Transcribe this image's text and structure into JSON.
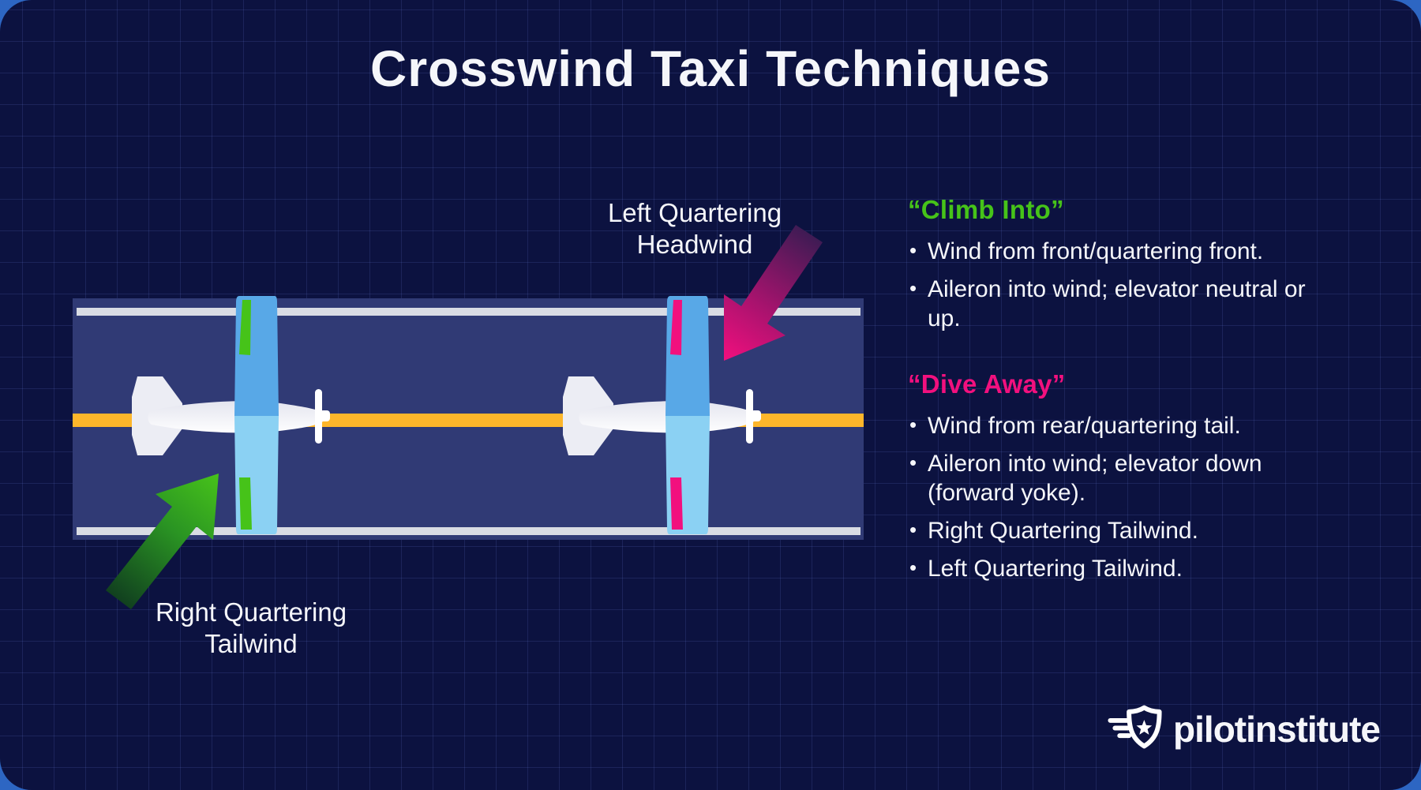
{
  "title": "Crosswind Taxi Techniques",
  "diagram": {
    "labels": {
      "headwind": "Left Quartering\nHeadwind",
      "tailwind": "Right Quartering\nTailwind"
    },
    "elements": {
      "taxiway": "taxiway top view with centerline",
      "airplane_left": "airplane top view with green aileron deflection (climb into)",
      "airplane_right": "airplane top view with pink aileron deflection (dive away)",
      "green_arrow": "right quartering tailwind direction arrow",
      "pink_arrow": "left quartering headwind direction arrow"
    }
  },
  "sections": {
    "climb": {
      "heading": "“Climb Into”",
      "bullets": [
        "Wind from front/quartering front.",
        "Aileron into wind; elevator neutral or up."
      ]
    },
    "dive": {
      "heading": "“Dive Away”",
      "bullets": [
        "Wind from rear/quartering tail.",
        "Aileron into wind; elevator down (forward yoke).",
        "Right Quartering Tailwind.",
        "Left Quartering Tailwind."
      ]
    }
  },
  "logo": {
    "brand_first": "pilot",
    "brand_second": "institute"
  },
  "theme": {
    "colors": {
      "bg-outer": "#2d66c3",
      "panel": "#0c1240",
      "grid-line": "rgba(88,112,195,0.20)",
      "text": "#f5f6fa",
      "taxiway": "#303a75",
      "taxi-edge": "#d9dce4",
      "centerline": "#fdb62b",
      "wing-upper": "#58a8e7",
      "wing-lower": "#8bd1f3",
      "stabilizer": "#ecedf4",
      "green": "#46c319",
      "pink": "#f2107e",
      "fuselage-top": "#e2e3ee",
      "fuselage-bottom": "#ffffff",
      "arrow-green-dark": "#11401f",
      "arrow-green-mid": "#2a9423",
      "arrow-green-bright": "#47c31a",
      "arrow-pink-dark": "#3f1b54",
      "arrow-pink-mid": "#a5136d",
      "arrow-pink-bright": "#f20f7e"
    }
  }
}
